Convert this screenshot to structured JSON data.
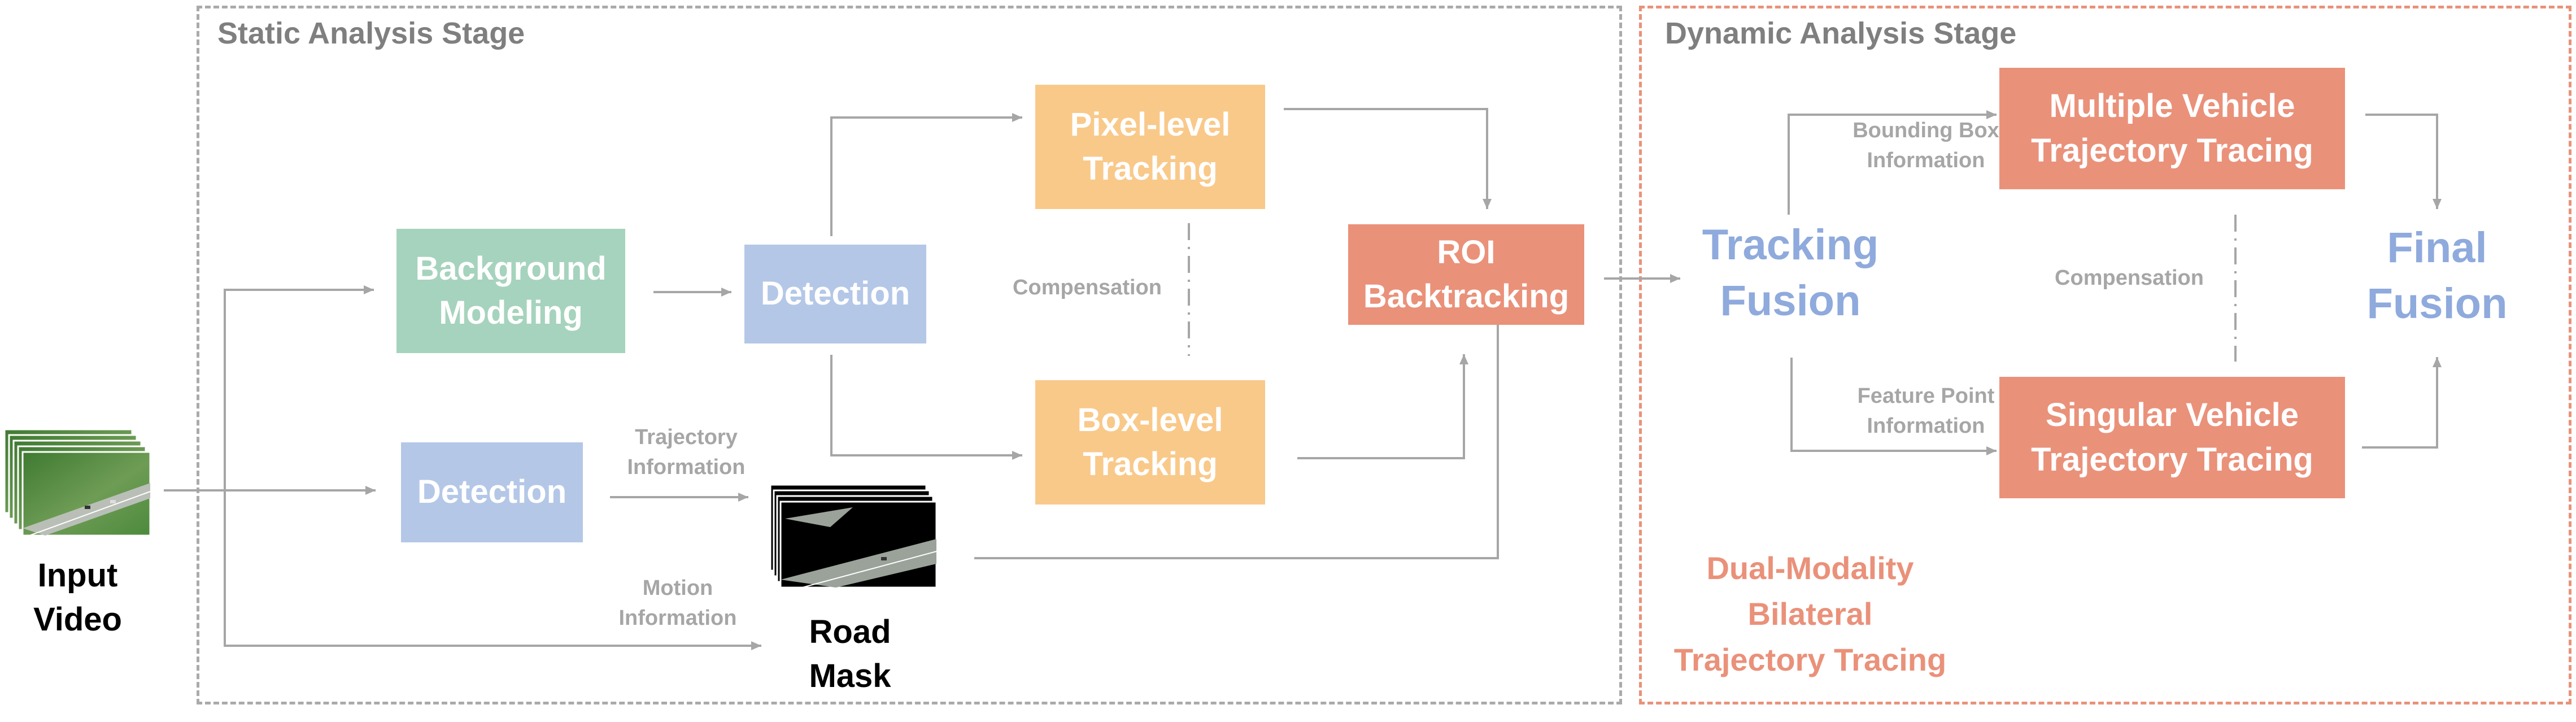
{
  "stages": {
    "static_title": "Static Analysis Stage",
    "dynamic_title": "Dynamic Analysis Stage"
  },
  "input": {
    "label": "Input\nVideo"
  },
  "road_mask": {
    "label": "Road\nMask"
  },
  "nodes": {
    "background_modeling": "Background\nModeling",
    "detection_top": "Detection",
    "detection_bottom": "Detection",
    "pixel_tracking": "Pixel-level\nTracking",
    "box_tracking": "Box-level\nTracking",
    "roi_backtracking": "ROI\nBacktracking",
    "multiple_vehicle": "Multiple Vehicle\nTrajectory Tracing",
    "singular_vehicle": "Singular Vehicle\nTrajectory Tracing"
  },
  "labels": {
    "trajectory_info": "Trajectory\nInformation",
    "motion_info": "Motion\nInformation",
    "compensation_left": "Compensation",
    "compensation_right": "Compensation",
    "bounding_box_info": "Bounding Box\nInformation",
    "feature_point_info": "Feature Point\nInformation"
  },
  "fusion": {
    "tracking": "Tracking\nFusion",
    "final": "Final\nFusion"
  },
  "method_name": "Dual-Modality\nBilateral\nTrajectory Tracing",
  "colors": {
    "green": "#a6d3bd",
    "blue": "#b4c7e7",
    "orange": "#f9c98a",
    "salmon": "#ea917a",
    "fusion_blue": "#8faadc",
    "gray_text": "#a6a6a6",
    "static_border": "#aaaaaa",
    "dynamic_border": "#e8927a"
  }
}
